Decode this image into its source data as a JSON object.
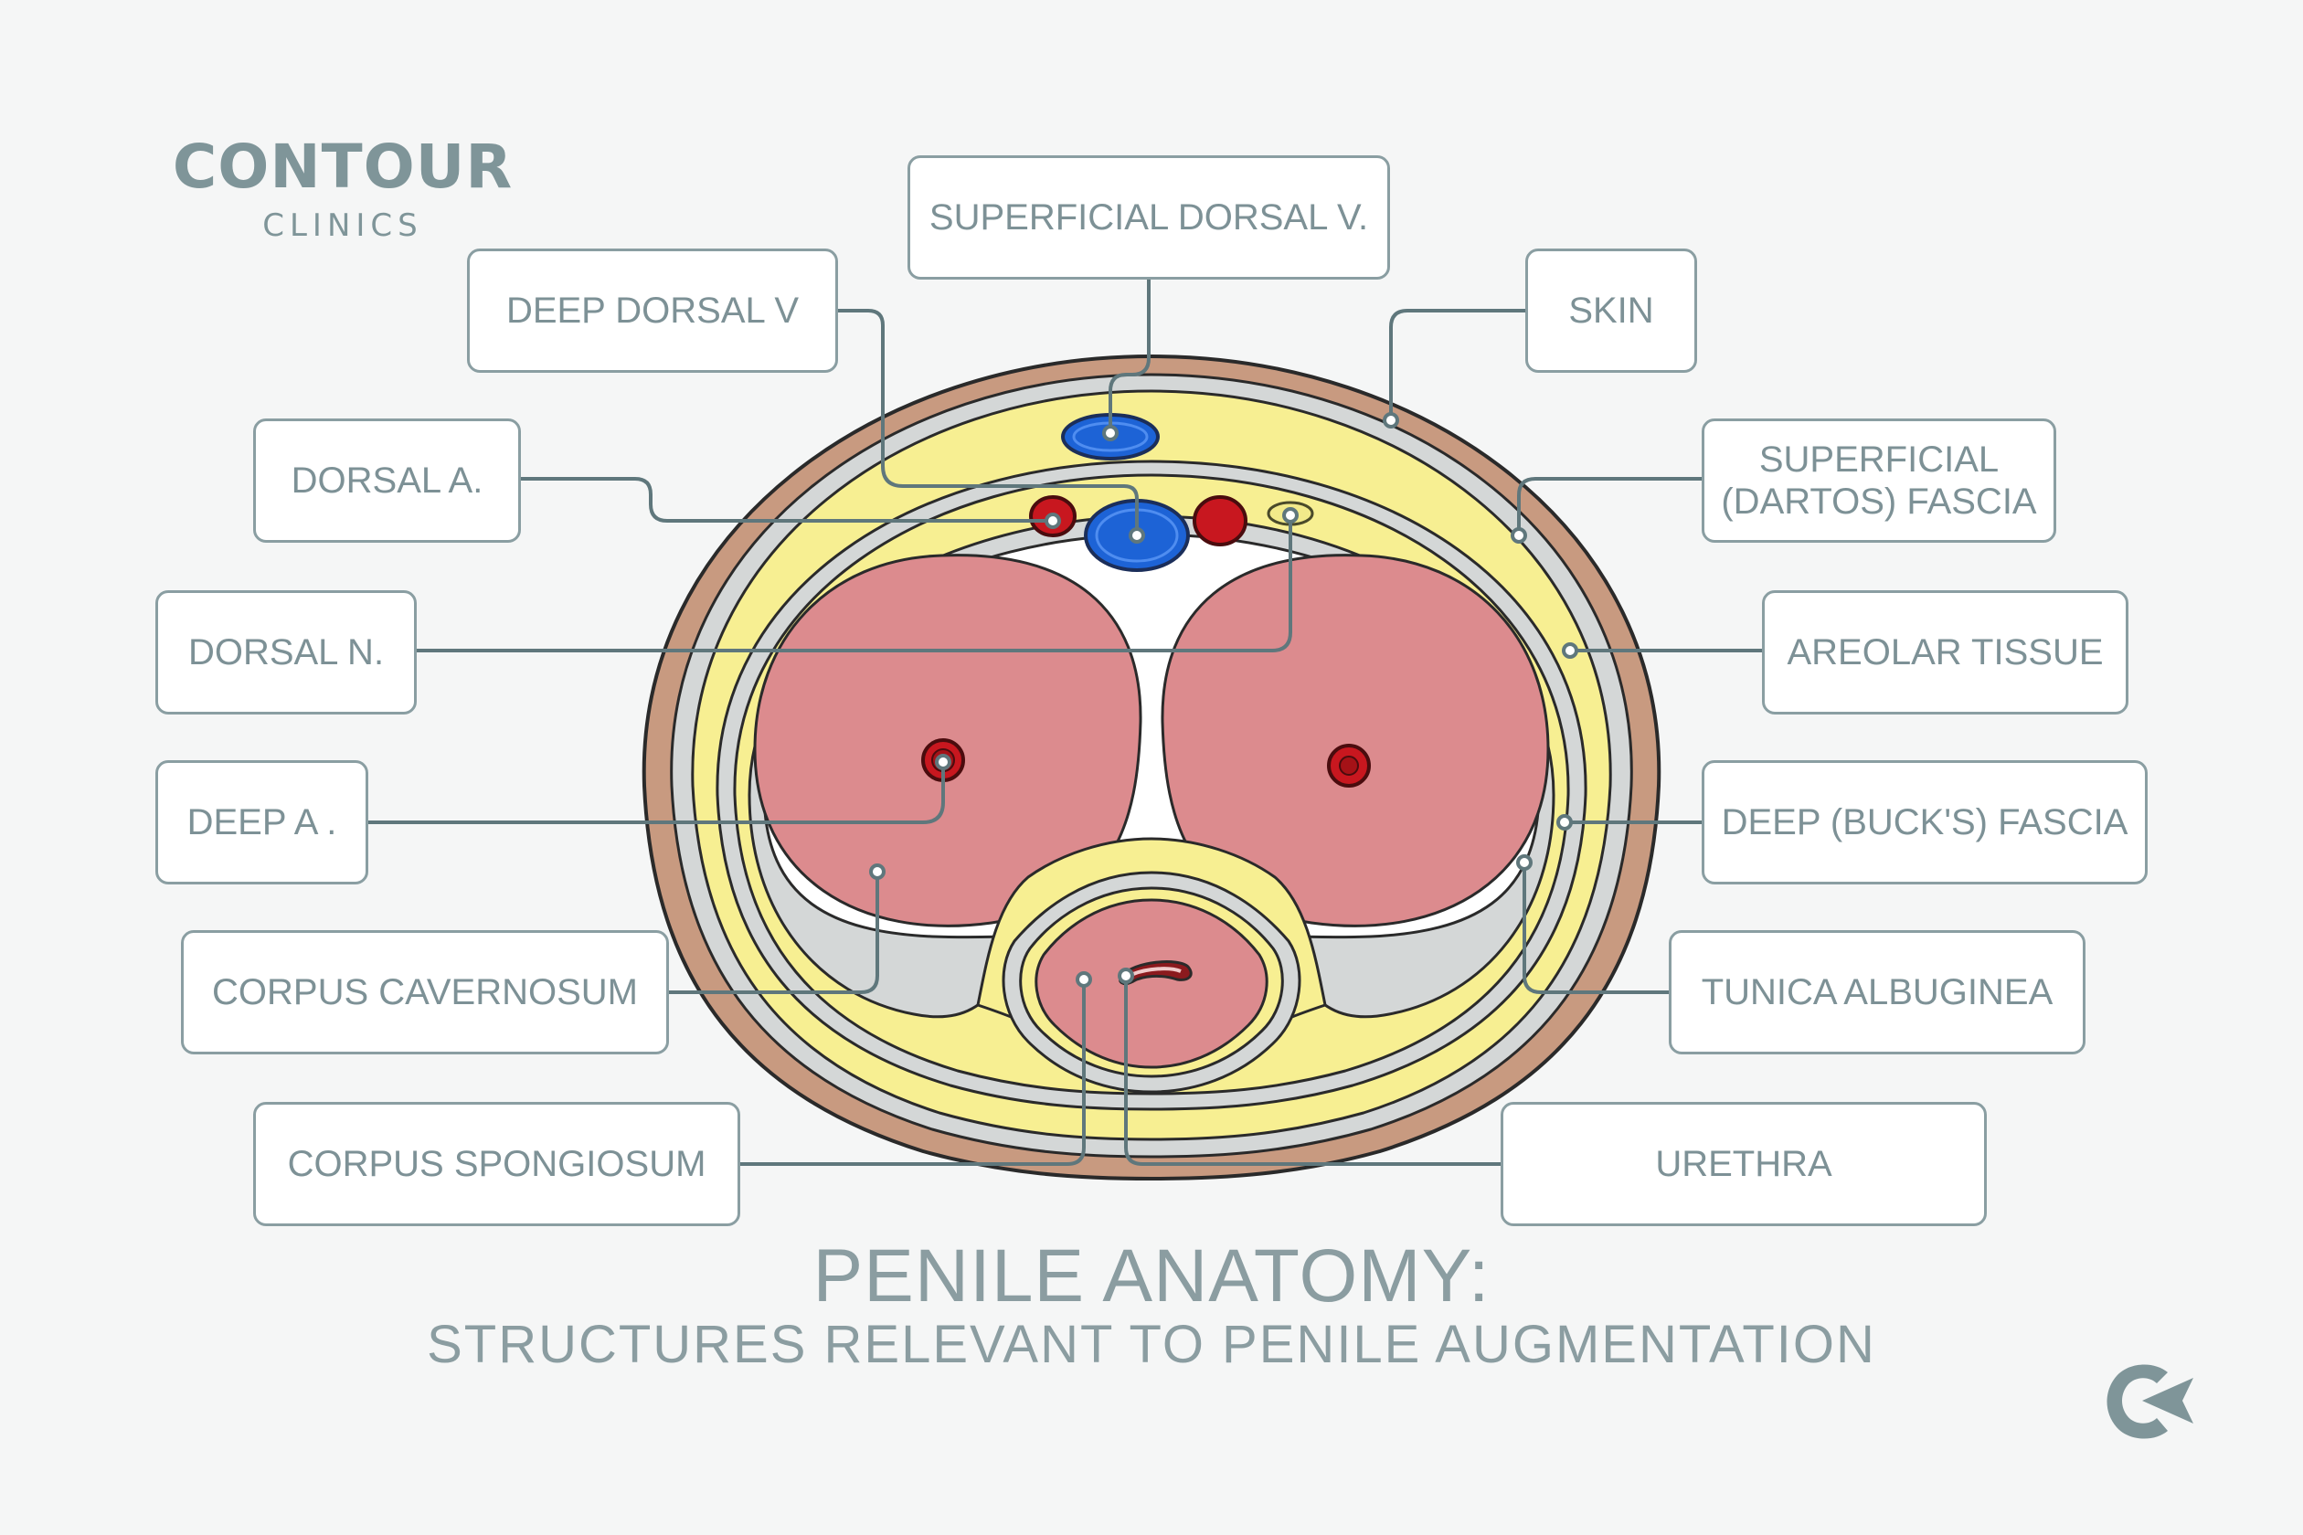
{
  "brand": {
    "name": "CONTOUR",
    "subtitle": "CLINICS"
  },
  "labels": {
    "superficial_dorsal_v": "SUPERFICIAL DORSAL V.",
    "deep_dorsal_v": "DEEP DORSAL V",
    "dorsal_a": "DORSAL A.",
    "dorsal_n": "DORSAL N.",
    "deep_a": "DEEP A .",
    "corpus_cavernosum": "CORPUS CAVERNOSUM",
    "corpus_spongiosum": "CORPUS SPONGIOSUM",
    "skin": "SKIN",
    "superficial_dartos_fascia": "SUPERFICIAL\n(DARTOS) FASCIA",
    "areolar_tissue": "AREOLAR TISSUE",
    "deep_bucks_fascia": "DEEP (BUCK'S) FASCIA",
    "tunica_albuginea": "TUNICA ALBUGINEA",
    "urethra": "URETHRA"
  },
  "title": {
    "main": "PENILE ANATOMY:",
    "sub": "STRUCTURES RELEVANT TO PENILE AUGMENTATION"
  },
  "colors": {
    "background": "#f5f6f6",
    "skin": "#c89a80",
    "fascia_gray": "#d4d7d7",
    "areolar_yellow": "#f7ef92",
    "tunica_white": "#ffffff",
    "corpus_pink": "#dc8b8e",
    "vein_blue": "#1d63d6",
    "artery_red": "#c8171f",
    "leader_line": "#5f777c",
    "label_border": "#8a9ea2",
    "text": "#7d9196"
  },
  "icons": [
    "contour-c-logo-icon"
  ]
}
